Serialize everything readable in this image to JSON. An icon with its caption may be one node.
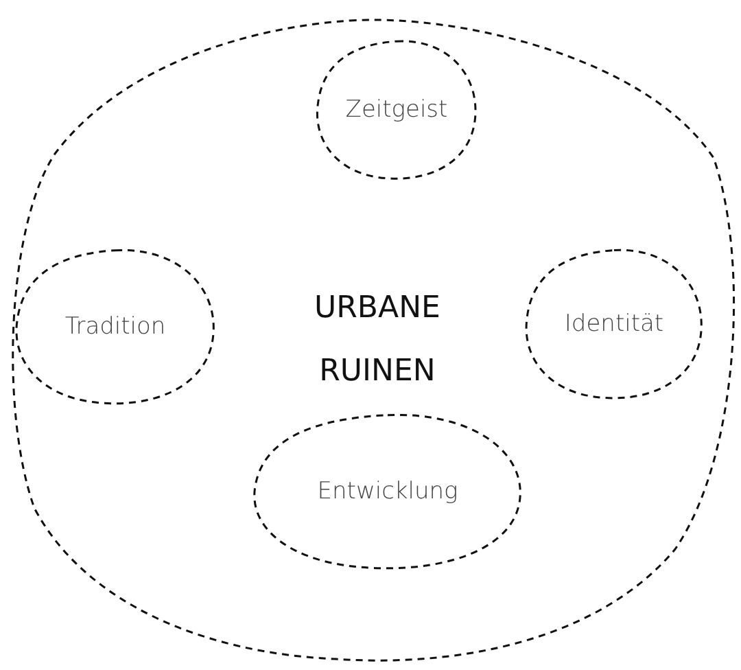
{
  "diagram": {
    "nodes": [
      {
        "text": [
          "URBANE RUINEN"
        ]
      },
      {
        "text": [
          "Zeitgeist"
        ],
        "in": 0
      },
      {
        "text": [
          "Tradition"
        ],
        "in": 0
      },
      {
        "text": [
          "Identität"
        ],
        "in": 0
      },
      {
        "text": [
          "Entwicklung"
        ],
        "in": 0
      }
    ]
  }
}
